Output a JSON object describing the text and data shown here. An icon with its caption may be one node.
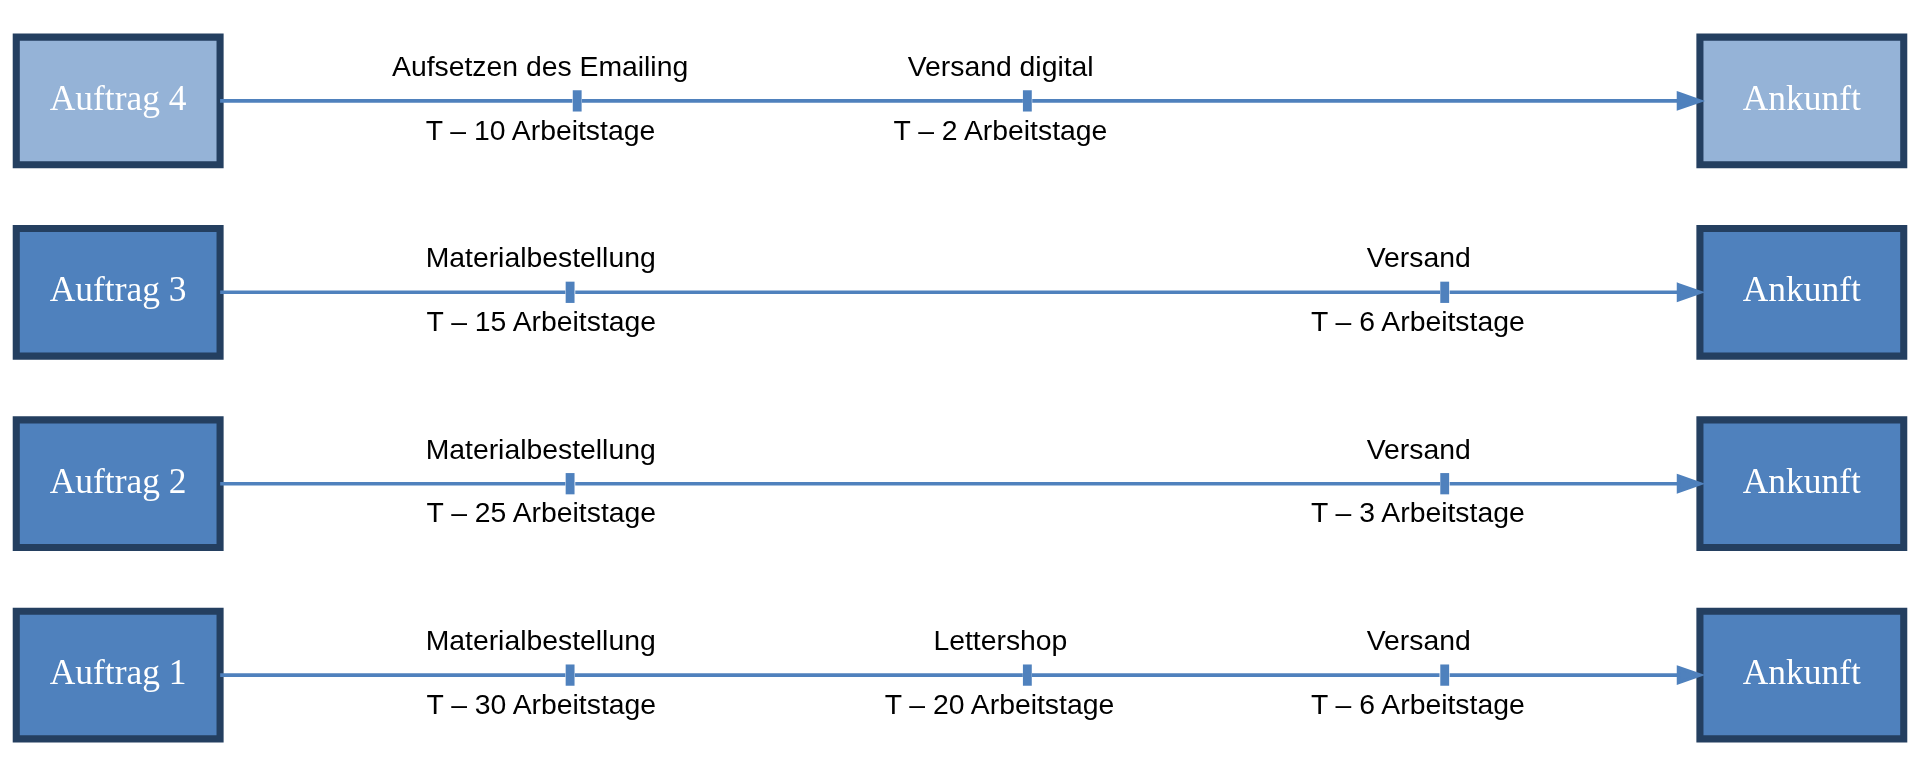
{
  "diagram": {
    "nodes": [
      {
        "text": [
          "Auftrag 1"
        ]
      },
      {
        "text": [],
        "shape": "bar",
        "beside": [
          "Materialbestellung",
          "T – 30 Arbeitstage"
        ]
      },
      {
        "text": [],
        "shape": "bar",
        "beside": [
          "Lettershop",
          "T – 20 Arbeitstage"
        ]
      },
      {
        "text": [],
        "shape": "bar",
        "beside": [
          "Versand",
          "T – 6 Arbeitstage"
        ]
      },
      {
        "text": [
          "Ankunft"
        ]
      },
      {
        "text": [
          "Auftrag 2"
        ]
      },
      {
        "text": [],
        "shape": "bar",
        "beside": [
          "Materialbestellung",
          "T – 25 Arbeitstage"
        ]
      },
      {
        "text": [],
        "shape": "bar",
        "beside": [
          "Versand",
          "T – 3 Arbeitstage"
        ]
      },
      {
        "text": [
          "Ankunft"
        ]
      },
      {
        "text": [
          "Auftrag 3"
        ]
      },
      {
        "text": [],
        "shape": "bar",
        "beside": [
          "Materialbestellung",
          "T – 15 Arbeitstage"
        ]
      },
      {
        "text": [],
        "shape": "bar",
        "beside": [
          "Versand",
          "T – 6 Arbeitstage"
        ]
      },
      {
        "text": [
          "Ankunft"
        ]
      },
      {
        "text": [
          "Auftrag 4"
        ]
      },
      {
        "text": [],
        "shape": "bar",
        "beside": [
          "Aufsetzen des Emailing",
          "T – 10 Arbeitstage"
        ]
      },
      {
        "text": [],
        "shape": "bar",
        "beside": [
          "Versand digital",
          "T – 2 Arbeitstage"
        ]
      },
      {
        "text": [
          "Ankunft"
        ]
      }
    ],
    "edges": [
      {
        "from": 0,
        "to": 1,
        "arrow": "none"
      },
      {
        "from": 1,
        "to": 2,
        "arrow": "none"
      },
      {
        "from": 2,
        "to": 3,
        "arrow": "none"
      },
      {
        "from": 3,
        "to": 4,
        "arrow": "to"
      },
      {
        "from": 5,
        "to": 6,
        "arrow": "none"
      },
      {
        "from": 6,
        "to": 7,
        "arrow": "none"
      },
      {
        "from": 7,
        "to": 8,
        "arrow": "to"
      },
      {
        "from": 9,
        "to": 10,
        "arrow": "none"
      },
      {
        "from": 10,
        "to": 11,
        "arrow": "none"
      },
      {
        "from": 11,
        "to": 12,
        "arrow": "to"
      },
      {
        "from": 13,
        "to": 14,
        "arrow": "none"
      },
      {
        "from": 14,
        "to": 15,
        "arrow": "none"
      },
      {
        "from": 15,
        "to": 16,
        "arrow": "to"
      }
    ]
  }
}
